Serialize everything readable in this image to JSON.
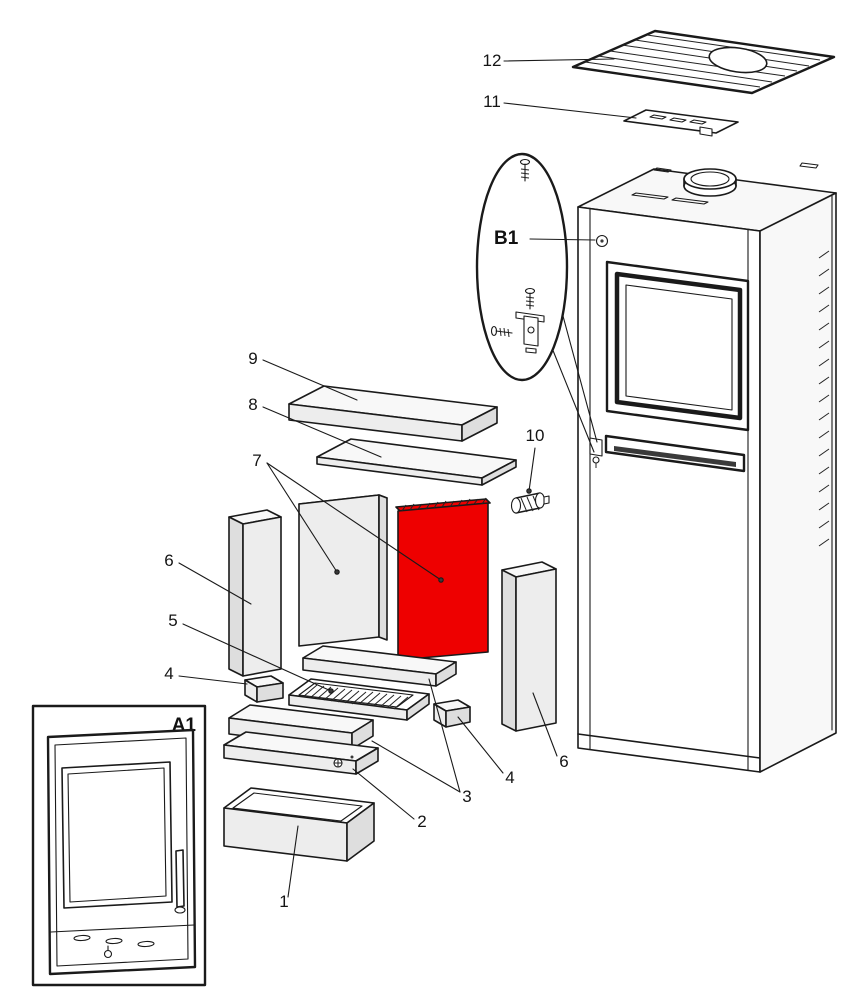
{
  "diagram": {
    "labels": {
      "part1": "1",
      "part2": "2",
      "part3": "3",
      "part4_left": "4",
      "part4_right": "4",
      "part5": "5",
      "part6_left": "6",
      "part6_right": "6",
      "part7": "7",
      "part8": "8",
      "part9": "9",
      "part10": "10",
      "part11": "11",
      "part12": "12",
      "detail_a1": "A1",
      "detail_b1": "B1"
    },
    "colors": {
      "highlight": "#ee0000",
      "line": "#1a1a1a",
      "background": "#ffffff"
    }
  }
}
